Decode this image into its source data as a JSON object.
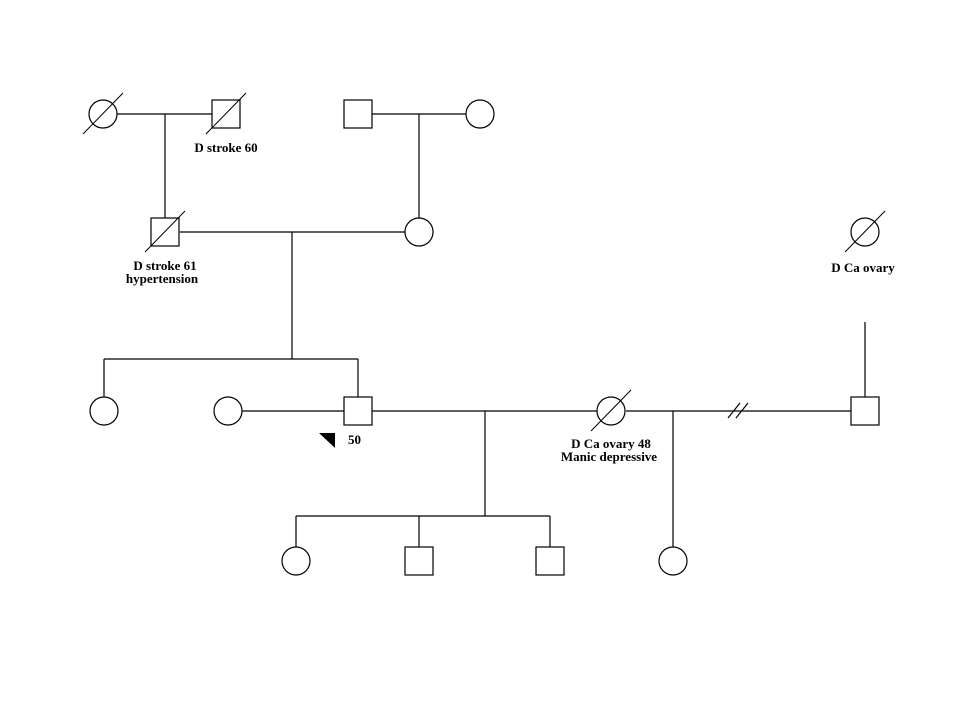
{
  "diagram": {
    "type": "pedigree",
    "individuals": [
      {
        "id": "g1-female",
        "sex": "female",
        "deceased": true
      },
      {
        "id": "g1-male",
        "sex": "male",
        "deceased": true
      },
      {
        "id": "g1b-male",
        "sex": "male",
        "deceased": false
      },
      {
        "id": "g1b-female",
        "sex": "female",
        "deceased": false
      },
      {
        "id": "g2-male",
        "sex": "male",
        "deceased": true
      },
      {
        "id": "g2-female",
        "sex": "female",
        "deceased": false
      },
      {
        "id": "g2b-female",
        "sex": "female",
        "deceased": true
      },
      {
        "id": "g3-sister",
        "sex": "female",
        "deceased": false
      },
      {
        "id": "g3-partner",
        "sex": "female",
        "deceased": false
      },
      {
        "id": "proband",
        "sex": "male",
        "deceased": false,
        "proband": true
      },
      {
        "id": "g3-wife",
        "sex": "female",
        "deceased": true
      },
      {
        "id": "g3-exhusband",
        "sex": "male",
        "deceased": false
      },
      {
        "id": "g4-daughter1",
        "sex": "female",
        "deceased": false
      },
      {
        "id": "g4-son1",
        "sex": "male",
        "deceased": false
      },
      {
        "id": "g4-son2",
        "sex": "male",
        "deceased": false
      },
      {
        "id": "g4-daughter2",
        "sex": "female",
        "deceased": false
      }
    ],
    "labels": {
      "grandfather": "D stroke 60",
      "father_line1": "D stroke 61",
      "father_line2": "hypertension",
      "maternal_grandmother": "D Ca ovary",
      "proband_age": "50",
      "wife_line1": "D Ca ovary 48",
      "wife_line2": "Manic depressive"
    }
  }
}
